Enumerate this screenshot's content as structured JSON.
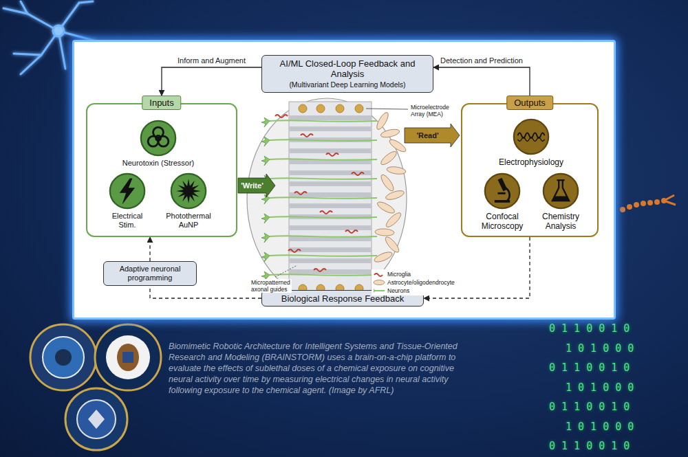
{
  "diagram": {
    "caption": "Biomimetic Robotic Architecture for Intelligent Systems and Tissue-Oriented Research and Modeling (BRAINSTORM) uses a brain-on-a-chip platform to evaluate the effects of sublethal doses of a chemical exposure on cognitive neural activity over time by measuring electrical changes in neural activity following exposure to the chemical agent. (Image by AFRL)",
    "nodes": [
      {
        "text": [
          "AI/ML Closed-Loop Feedback and Analysis",
          "(Multivariant Deep Learning Models)"
        ]
      },
      {
        "text": [
          "Inputs"
        ]
      },
      {
        "text": [
          "Neurotoxin (Stressor)"
        ],
        "in": 1
      },
      {
        "text": [
          "Electrical Stim."
        ],
        "in": 1
      },
      {
        "text": [
          "Photothermal AuNP"
        ],
        "in": 1
      },
      {
        "text": [
          "Microelectrode Array (MEA)",
          "Micropatterned axonal guides"
        ]
      },
      {
        "text": [
          "Outputs"
        ]
      },
      {
        "text": [
          "Electrophysiology"
        ],
        "in": 6
      },
      {
        "text": [
          "Confocal Microscopy"
        ],
        "in": 6
      },
      {
        "text": [
          "Chemistry Analysis"
        ],
        "in": 6
      },
      {
        "text": [
          "Adaptive neuronal programming"
        ]
      },
      {
        "text": [
          "Biological Response Feedback"
        ]
      }
    ],
    "edges": [
      {
        "from": 6,
        "to": 0,
        "arrow": "to",
        "label": "Detection and Prediction"
      },
      {
        "from": 0,
        "to": 1,
        "arrow": "to",
        "label": "Inform and Augment"
      },
      {
        "from": 1,
        "to": 5,
        "arrow": "to",
        "label": "'Write'"
      },
      {
        "from": 5,
        "to": 6,
        "arrow": "to",
        "label": "'Read'"
      },
      {
        "from": 6,
        "to": 11,
        "arrow": "to"
      },
      {
        "from": 11,
        "to": 10,
        "arrow": "none"
      },
      {
        "from": 10,
        "to": 1,
        "arrow": "to"
      }
    ],
    "labels": [
      "0 1 1 0 0 1 0",
      "1 0 1 0 0 0",
      "0 1 1 0 0 1 0",
      "1 0 1 0 0 0",
      "0 1 1 0 0 1 0",
      "1 0 1 0 0 0",
      "0 1 1 0 0 1 0"
    ],
    "legend": [
      {
        "text": "Microglia"
      },
      {
        "text": "Astrocyte/oligodendrocyte"
      },
      {
        "text": "Neurons"
      }
    ]
  }
}
